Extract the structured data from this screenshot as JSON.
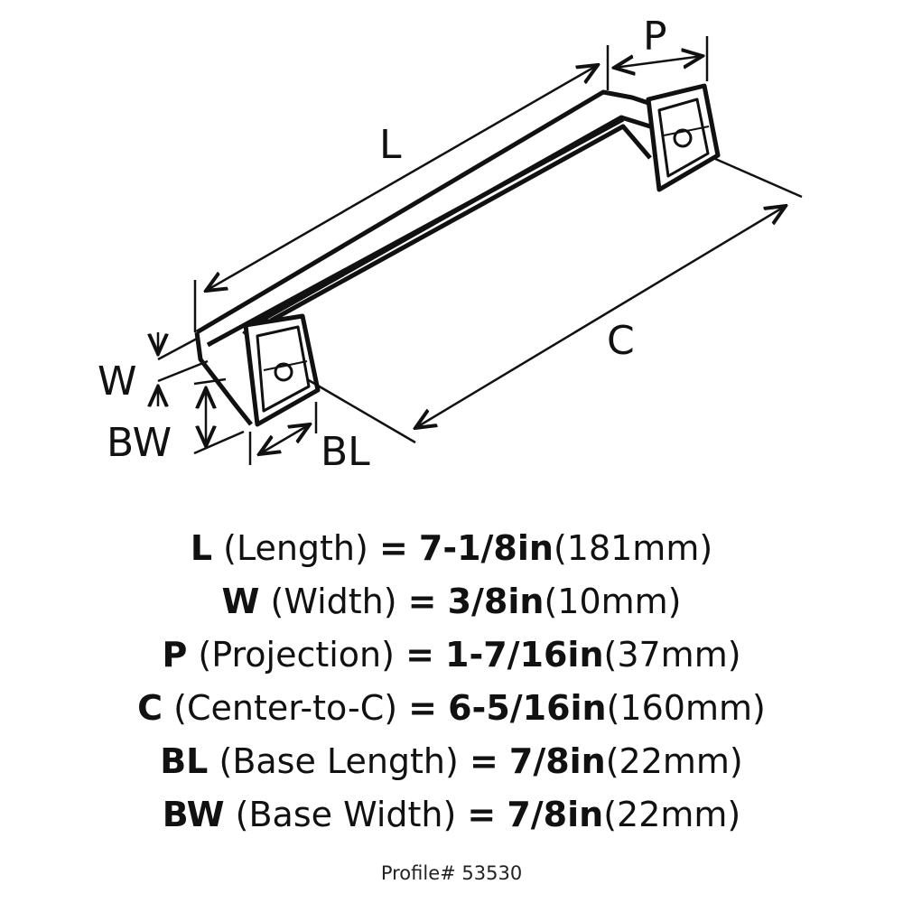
{
  "diagram_labels": {
    "L": "L",
    "P": "P",
    "C": "C",
    "W": "W",
    "BW": "BW",
    "BL": "BL"
  },
  "specs": [
    {
      "key": "L",
      "name": "(Length)",
      "eq": "=",
      "imperial": "7-1/8in",
      "metric": "(181mm)"
    },
    {
      "key": "W",
      "name": "(Width)",
      "eq": "=",
      "imperial": "3/8in",
      "metric": "(10mm)"
    },
    {
      "key": "P",
      "name": "(Projection)",
      "eq": "=",
      "imperial": "1-7/16in",
      "metric": "(37mm)"
    },
    {
      "key": "C",
      "name": "(Center-to-C)",
      "eq": "=",
      "imperial": "6-5/16in",
      "metric": "(160mm)"
    },
    {
      "key": "BL",
      "name": "(Base Length)",
      "eq": "=",
      "imperial": "7/8in",
      "metric": "(22mm)"
    },
    {
      "key": "BW",
      "name": "(Base Width)",
      "eq": "=",
      "imperial": "7/8in",
      "metric": "(22mm)"
    }
  ],
  "profile": "Profile# 53530"
}
